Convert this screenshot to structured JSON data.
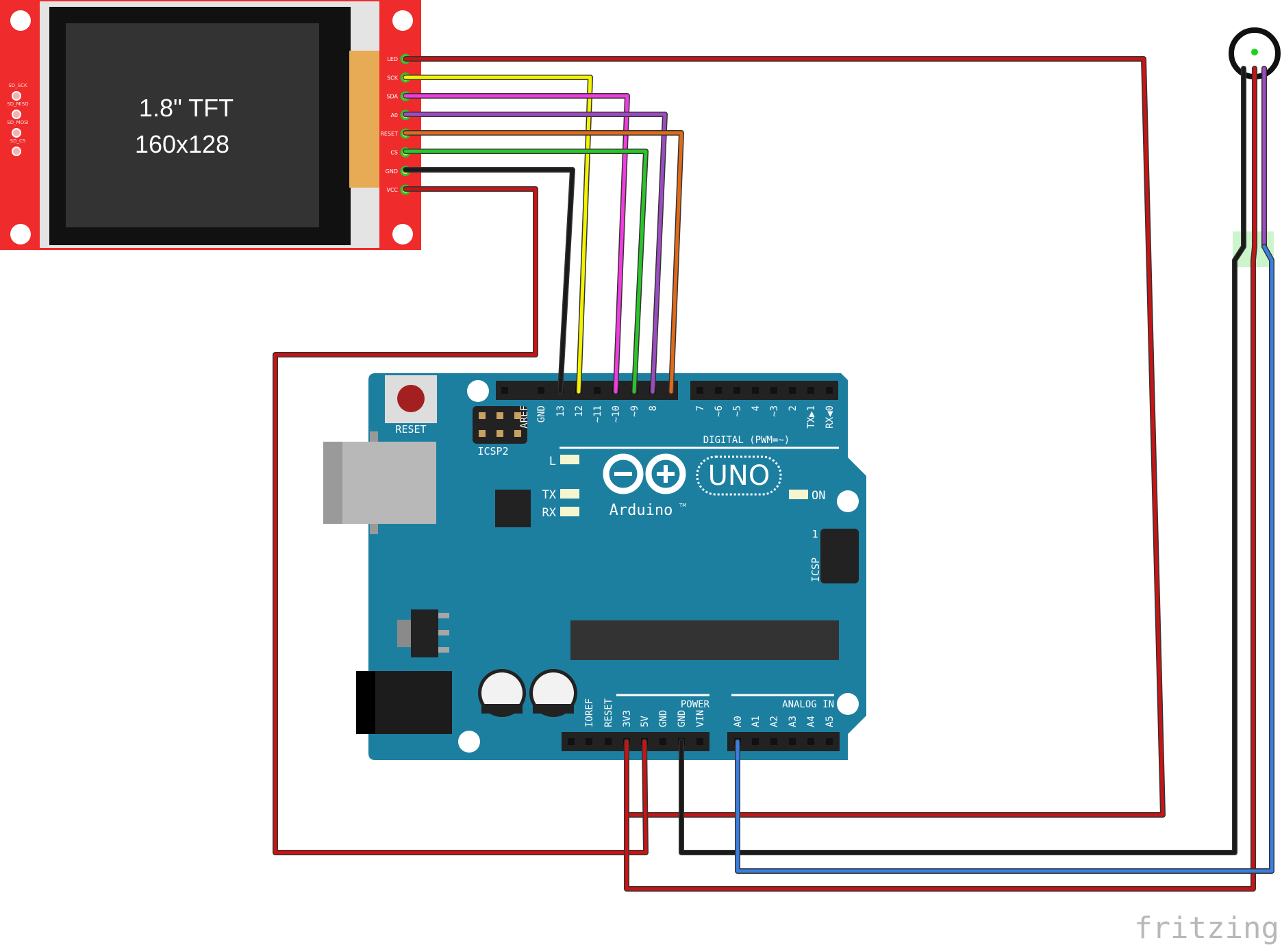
{
  "tft": {
    "title_line1": "1.8\" TFT",
    "title_line2": "160x128",
    "pins": [
      "LED",
      "SCK",
      "SDA",
      "A0",
      "RESET",
      "CS",
      "GND",
      "VCC"
    ],
    "sd_pins": [
      "SD_SCK",
      "SD_MISO",
      "SD_MOSI",
      "SD_CS"
    ]
  },
  "arduino": {
    "reset_label": "RESET",
    "icsp2_label": "ICSP2",
    "icsp_label": "ICSP",
    "icsp_pin1": "1",
    "digital_label": "DIGITAL (PWM=~)",
    "digital_pins": [
      "AREF",
      "GND",
      "13",
      "12",
      "~11",
      "~10",
      "~9",
      "8",
      "7",
      "~6",
      "~5",
      "4",
      "~3",
      "2",
      "TX▶1",
      "RX◀0"
    ],
    "led_l": "L",
    "led_tx": "TX",
    "led_rx": "RX",
    "led_on": "ON",
    "brand": "Arduino",
    "tm": "TM",
    "model": "UNO",
    "power_label": "POWER",
    "power_pins": [
      "IOREF",
      "RESET",
      "3V3",
      "5V",
      "GND",
      "GND",
      "VIN"
    ],
    "analog_label": "ANALOG IN",
    "analog_pins": [
      "A0",
      "A1",
      "A2",
      "A3",
      "A4",
      "A5"
    ]
  },
  "watermark": "fritzing",
  "colors": {
    "board": "#1d7fa0",
    "tft_pcb": "#ef2b2b",
    "wire_red": "#c81414",
    "wire_yellow": "#f3f300",
    "wire_magenta": "#f03ce0",
    "wire_purple": "#9c4cc0",
    "wire_orange": "#e06a1a",
    "wire_green": "#2bc42b",
    "wire_black": "#1a1a1a",
    "wire_blue": "#3a7ee0"
  }
}
